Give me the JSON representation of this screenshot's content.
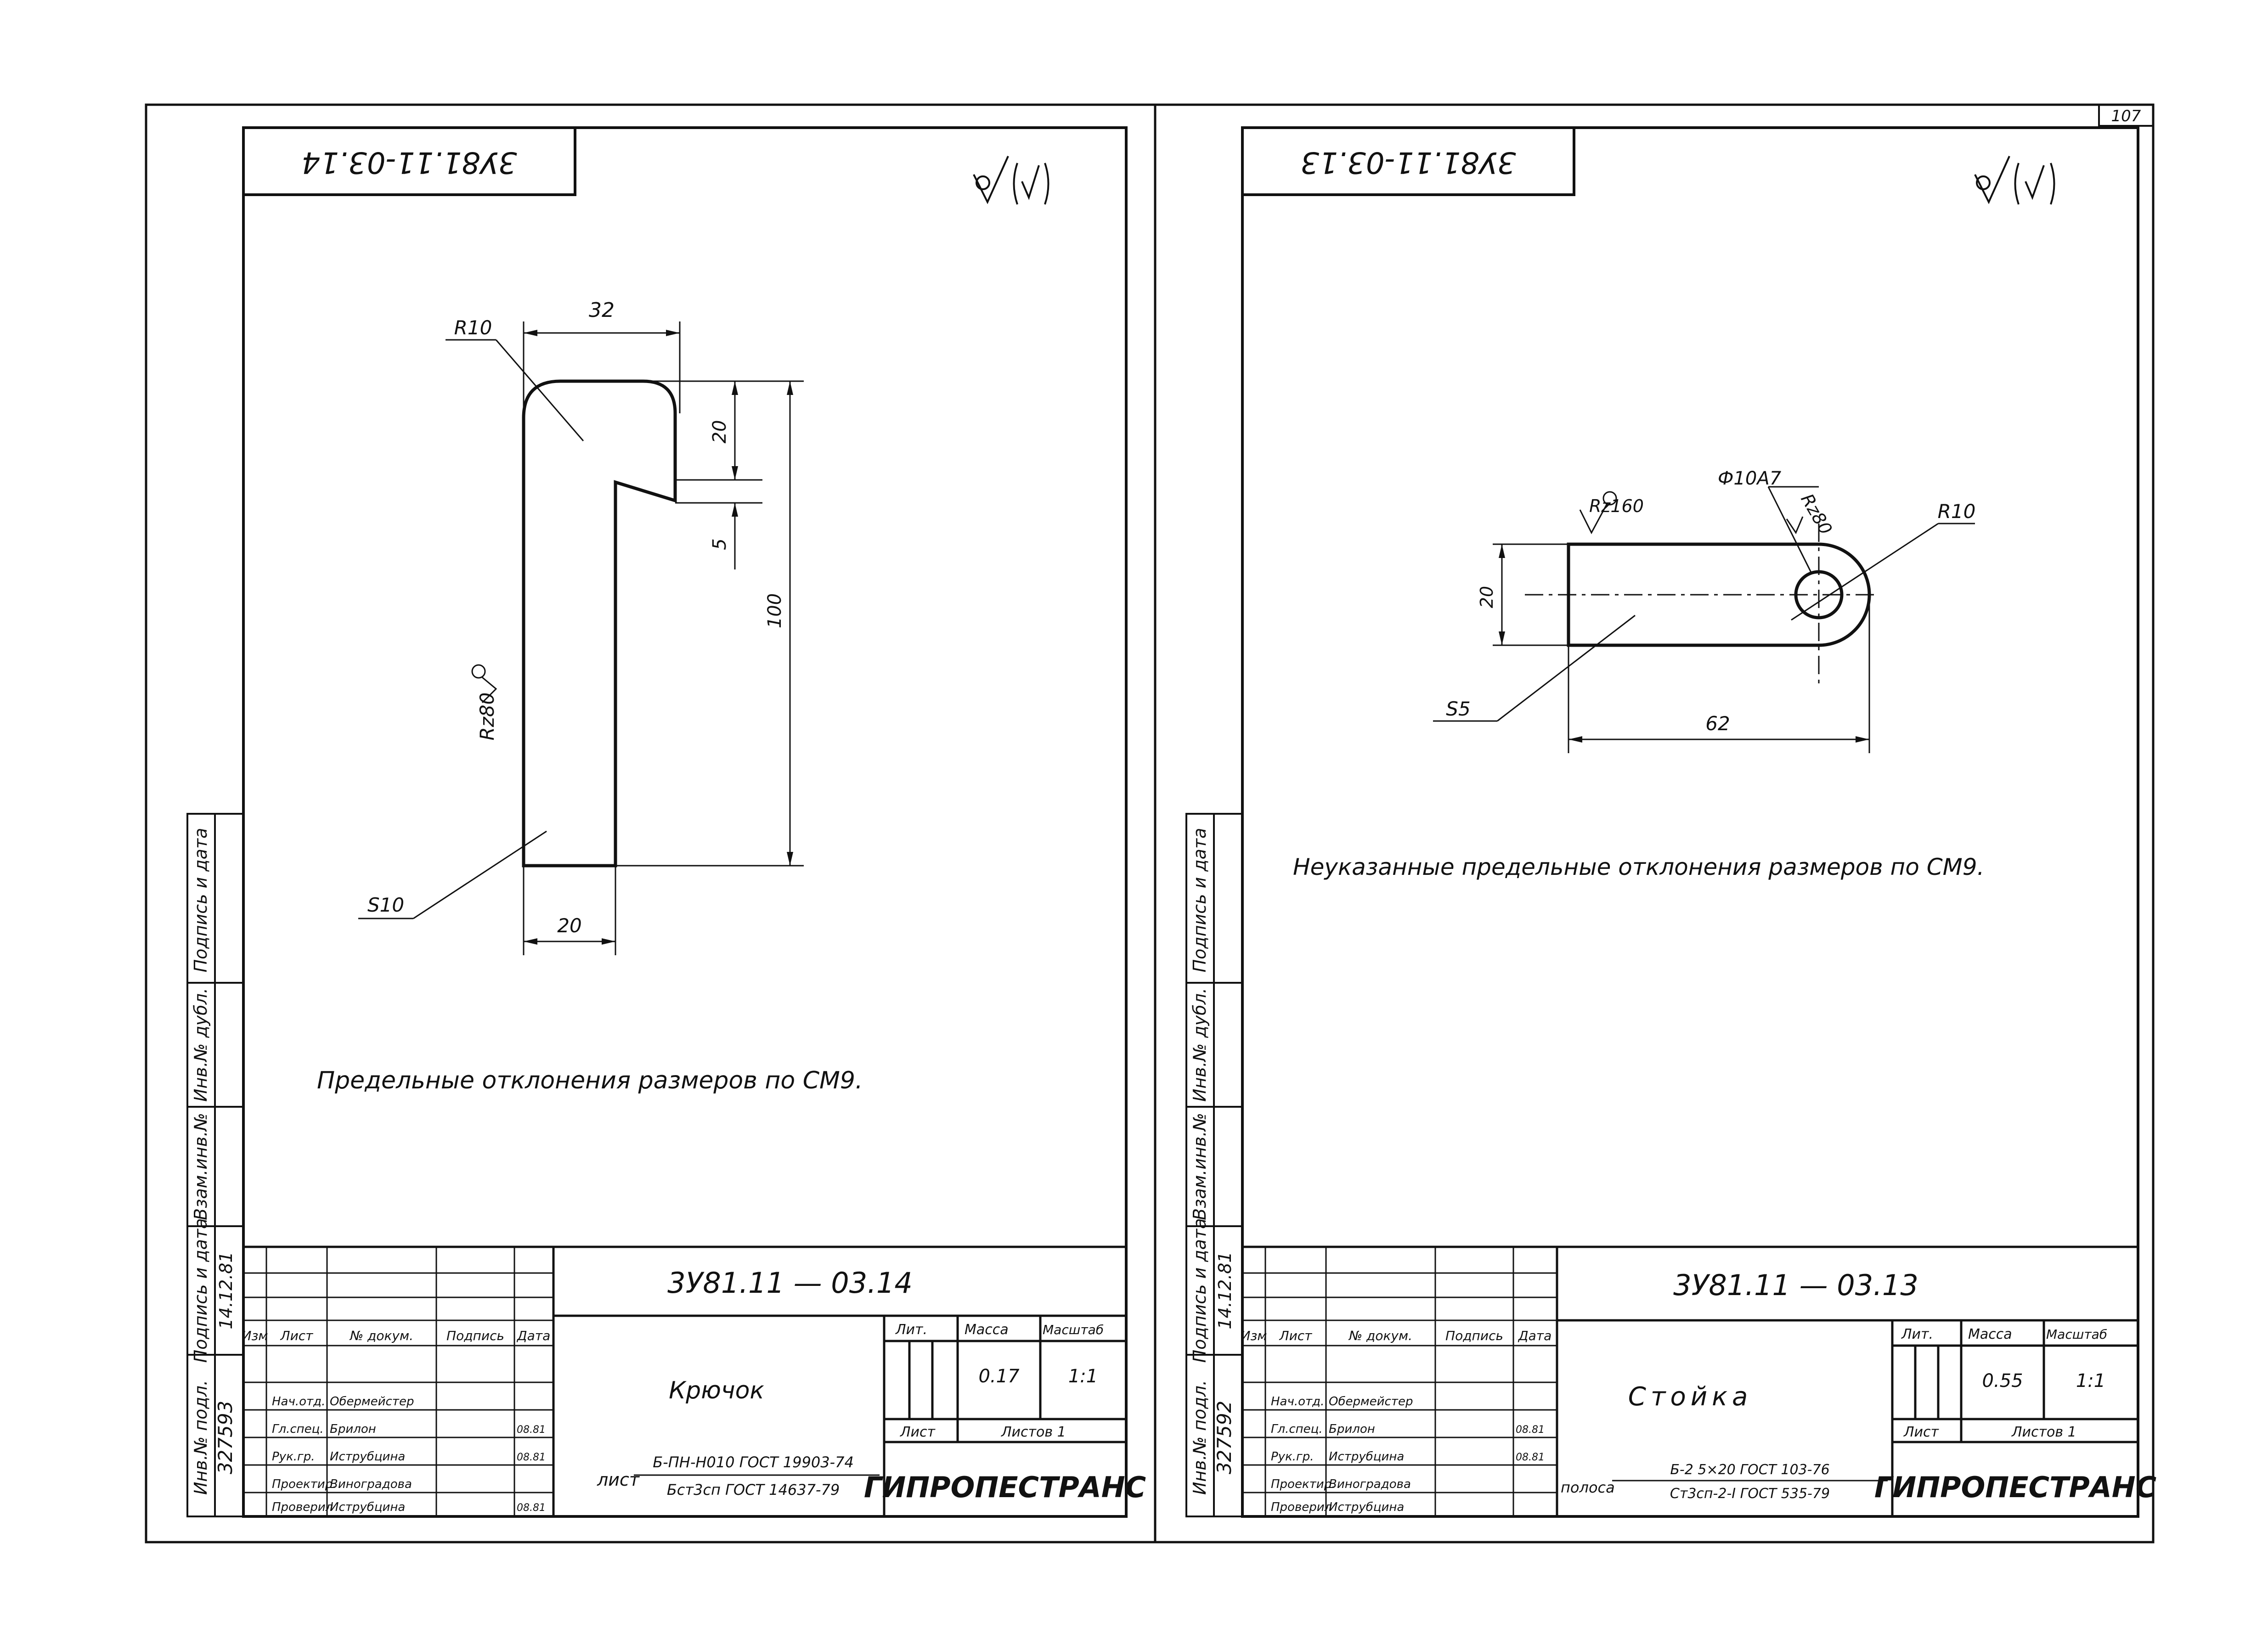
{
  "page_number": "107",
  "left": {
    "stamp": "3У81.11-03.14",
    "roughness": "Rz80",
    "dims": {
      "r10": "R10",
      "w32": "32",
      "h20": "20",
      "h5": "5",
      "h100": "100",
      "w20": "20",
      "s10": "S10"
    },
    "note": "Предельные отклонения размеров по СМ9.",
    "title_block": {
      "designation": "3У81.11 — 03.14",
      "name": "Крючок",
      "material_prefix": "лист",
      "material_top": "Б-ПН-Н010 ГОСТ 19903-74",
      "material_bottom": "Бст3сп ГОСТ 14637-79",
      "mass": "0.17",
      "scale": "1:1",
      "sheets": "Листов 1",
      "sign_date": "14.12.81",
      "inv": "327593",
      "dates": [
        "08.81",
        "08.81",
        "08.81"
      ]
    }
  },
  "right": {
    "stamp": "3У81.11-03.13",
    "dims": {
      "rz160": "Rz160",
      "phi": "Ф10А7",
      "rz80": "Rz80",
      "r10": "R10",
      "h20": "20",
      "s5": "S5",
      "w62": "62"
    },
    "note": "Неуказанные предельные отклонения размеров по СМ9.",
    "title_block": {
      "designation": "3У81.11 — 03.13",
      "name": "Стойка",
      "material_prefix": "полоса",
      "material_top": "Б-2 5×20 ГОСТ 103-76",
      "material_bottom": "Ст3сп-2-I ГОСТ 535-79",
      "mass": "0.55",
      "scale": "1:1",
      "sheets": "Листов 1",
      "sign_date": "14.12.81",
      "inv": "327592",
      "dates": [
        "08.81",
        "08.81"
      ]
    }
  },
  "title_labels": {
    "izm": "Изм",
    "list": "Лист",
    "doc": "№ докум.",
    "sign": "Подпись",
    "date": "Дата",
    "lit": "Лит.",
    "massa": "Масса",
    "masshtab": "Масштаб",
    "list2": "Лист",
    "org": "ГИПРОПЕСТРАНС"
  },
  "staff": [
    {
      "role": "Нач.отд.",
      "name": "Обермейстер"
    },
    {
      "role": "Гл.спец.",
      "name": "Брилон"
    },
    {
      "role": "Рук.гр.",
      "name": "Иструбцина"
    },
    {
      "role": "Проектир.",
      "name": "Виноградова"
    },
    {
      "role": "Проверил",
      "name": "Иструбцина"
    }
  ],
  "side_labels": [
    "Инв.№ подл.",
    "Подпись и дата",
    "Взам.инв.№",
    "Инв.№ дубл.",
    "Подпись и дата"
  ]
}
